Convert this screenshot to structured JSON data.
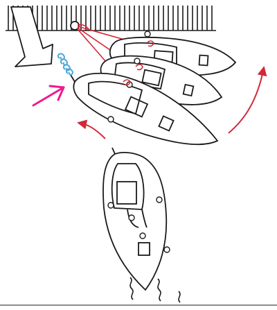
{
  "illustration": {
    "colors": {
      "ink": "#1a1a1a",
      "mooring_line": "#d3283a",
      "motion_arrow": "#d3283a",
      "spring_line": "#4aa9d6",
      "pointer": "#ee1a8e",
      "background": "#ffffff"
    },
    "icons": [
      "dock-railing",
      "bollard",
      "wind-arrow",
      "pointer-arrow",
      "rotation-arrow"
    ],
    "boats_in_sequence": 4
  }
}
